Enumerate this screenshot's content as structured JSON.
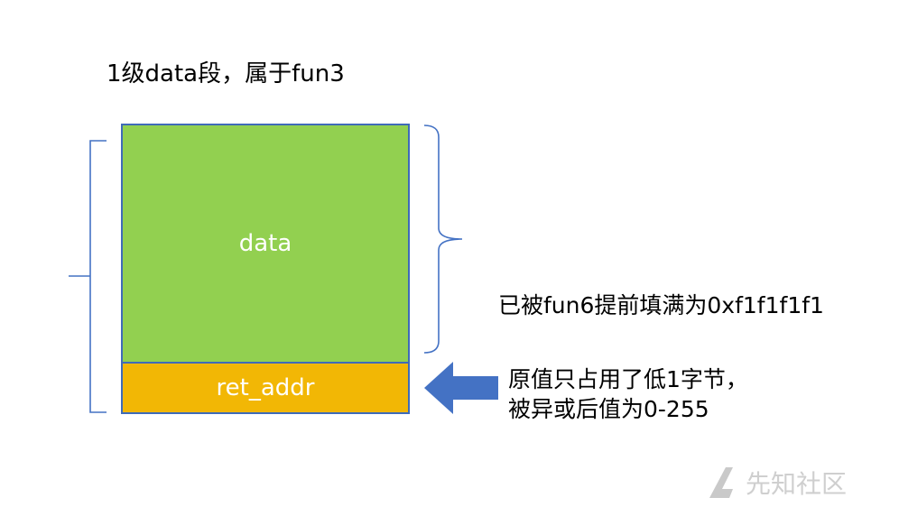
{
  "diagram": {
    "title": "1级data段，属于fun3",
    "blocks": {
      "data_label": "data",
      "ret_label": "ret_addr"
    },
    "notes": {
      "filled": "已被fun6提前填满为0xf1f1f1f1",
      "ret_line1": "原值只占用了低1字节，",
      "ret_line2": "被异或后值为0-255"
    },
    "watermark": "先知社区",
    "colors": {
      "data_fill": "#92d050",
      "ret_fill": "#f2b705",
      "bracket": "#4472c4",
      "arrow": "#4472c4"
    }
  }
}
